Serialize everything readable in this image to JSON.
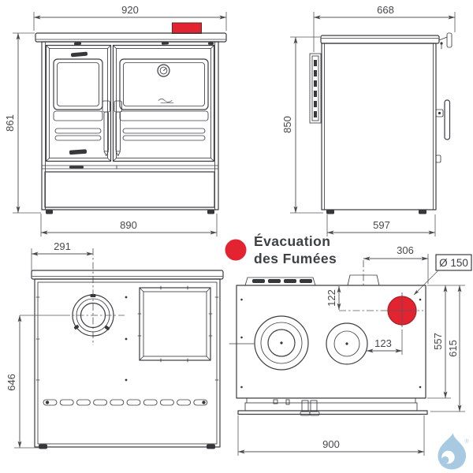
{
  "legend": {
    "icon": "flue-outlet-red-dot",
    "line1": "Évacuation",
    "line2": "des Fumées"
  },
  "views": {
    "front": {
      "width_top": "920",
      "height": "861",
      "width_bottom": "890"
    },
    "side": {
      "depth_top": "668",
      "height": "850",
      "depth_bottom": "597"
    },
    "rear": {
      "flue_offset_x": "291",
      "flue_height": "646"
    },
    "top": {
      "flue_offset_right": "306",
      "flue_diameter": "Ø 150",
      "flue_offset_front": "122",
      "flue_offset_side": "123",
      "body_depth": "557",
      "total_depth": "615",
      "width": "900"
    }
  },
  "colors": {
    "accent_red": "#e32430",
    "line_dark": "#3b3d40",
    "dim_text": "#46484a",
    "logo_blue": "#a7c9e2"
  },
  "logo": {
    "name": "water-drop-logo",
    "registered_mark": "®"
  }
}
